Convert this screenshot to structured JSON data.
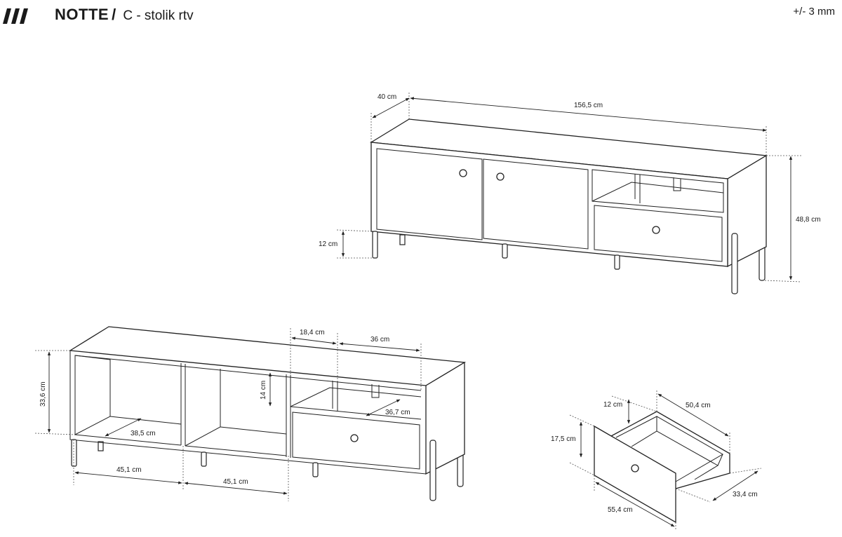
{
  "header": {
    "model": "NOTTE",
    "slash": "/",
    "subtitle": "C - stolik rtv",
    "tolerance": "+/- 3 mm"
  },
  "dimensions": {
    "depth": "40 cm",
    "width": "156,5 cm",
    "height": "48,8 cm",
    "leg_height": "12 cm",
    "inner_height": "33,6 cm",
    "inner_depth": "38,5 cm",
    "compartment_width_1": "45,1 cm",
    "compartment_width_2": "45,1 cm",
    "shelf_width": "18,4 cm",
    "drawer_section_width": "36 cm",
    "shelf_height": "14 cm",
    "shelf_depth": "36,7 cm",
    "drawer_inner_height": "12 cm",
    "drawer_inner_width": "50,4 cm",
    "drawer_height": "17,5 cm",
    "drawer_depth": "33,4 cm",
    "drawer_width": "55,4 cm"
  }
}
